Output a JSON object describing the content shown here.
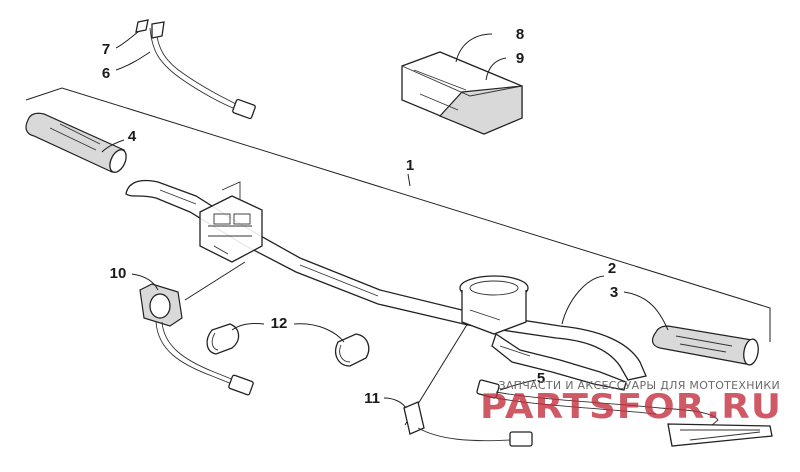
{
  "callouts": [
    {
      "id": "1",
      "label": "1"
    },
    {
      "id": "2",
      "label": "2"
    },
    {
      "id": "3",
      "label": "3"
    },
    {
      "id": "4",
      "label": "4"
    },
    {
      "id": "5",
      "label": "5"
    },
    {
      "id": "6",
      "label": "6"
    },
    {
      "id": "7",
      "label": "7"
    },
    {
      "id": "8",
      "label": "8"
    },
    {
      "id": "9",
      "label": "9"
    },
    {
      "id": "10",
      "label": "10"
    },
    {
      "id": "11",
      "label": "11"
    },
    {
      "id": "12",
      "label": "12"
    }
  ],
  "watermark": {
    "tagline": "ЗАПЧАСТИ И АКСЕССУАРЫ ДЛЯ МОТОТЕХНИКИ",
    "site": "PARTSFOR.RU",
    "color": "#c22a3a"
  }
}
